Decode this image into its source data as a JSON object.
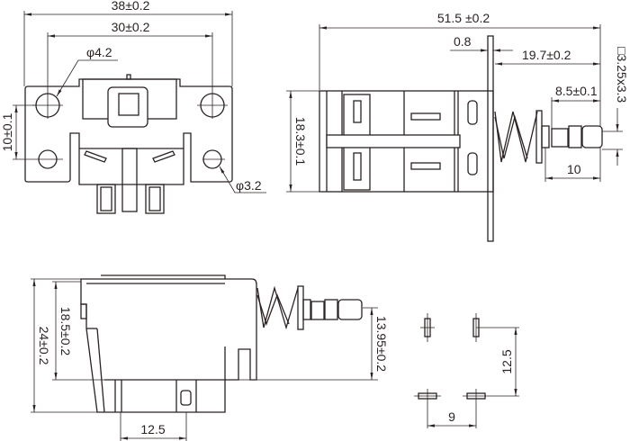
{
  "front_view": {
    "overall_width": "38±0.2",
    "hole_spacing": "30±0.2",
    "large_hole": "φ4.2",
    "vertical_spacing": "10±0.1",
    "small_hole": "φ3.2"
  },
  "side_view": {
    "overall_length": "51.5 ±0.2",
    "plate_thickness": "0.8",
    "plunger_length": "19.7±0.2",
    "tip_length": "8.5±0.1",
    "stroke_length": "10",
    "body_height": "18.3±0.1",
    "plunger_section": "□3.25x3.3"
  },
  "bottom_view": {
    "total_height": "24±0.2",
    "body_height": "18.5±0.2",
    "plunger_height": "13.95±0.2",
    "pin_spacing": "12.5"
  },
  "pin_layout": {
    "vertical_spacing": "12.5",
    "horizontal_spacing": "9"
  }
}
